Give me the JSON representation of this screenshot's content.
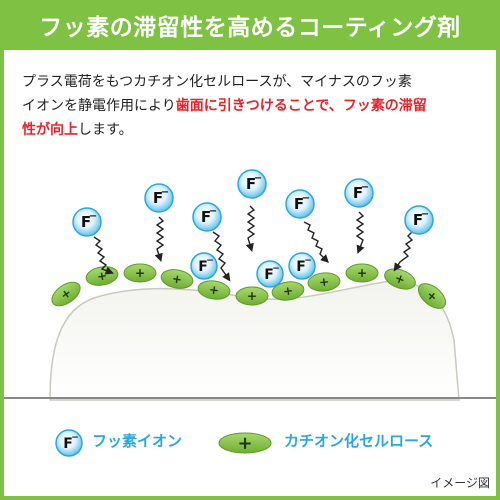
{
  "header": {
    "title": "フッ素の滞留性を高めるコーティング剤"
  },
  "description": {
    "line1": "プラス電荷をもつカチオン化セルロースが、マイナスのフッ素",
    "line2_plain": "イオンを静電作用により",
    "line2_highlight": "歯面に引きつけることで、フッ素の滞留",
    "line3_highlight": "性が向上",
    "line3_plain": "します。"
  },
  "illustration": {
    "ion_symbol": "F",
    "ion_charge": "−",
    "cellulose_symbol": "+"
  },
  "legend": {
    "ion_label": "フッ素イオン",
    "cellulose_label": "カチオン化セルロース",
    "ion_symbol": "F",
    "ion_charge": "−",
    "cellulose_symbol": "+"
  },
  "caption": "イメージ図",
  "colors": {
    "header_green": "#7ec143",
    "ion_blue": "#2aa7dd",
    "cellulose_green": "#8cc63f",
    "highlight_red": "#e8232a"
  }
}
